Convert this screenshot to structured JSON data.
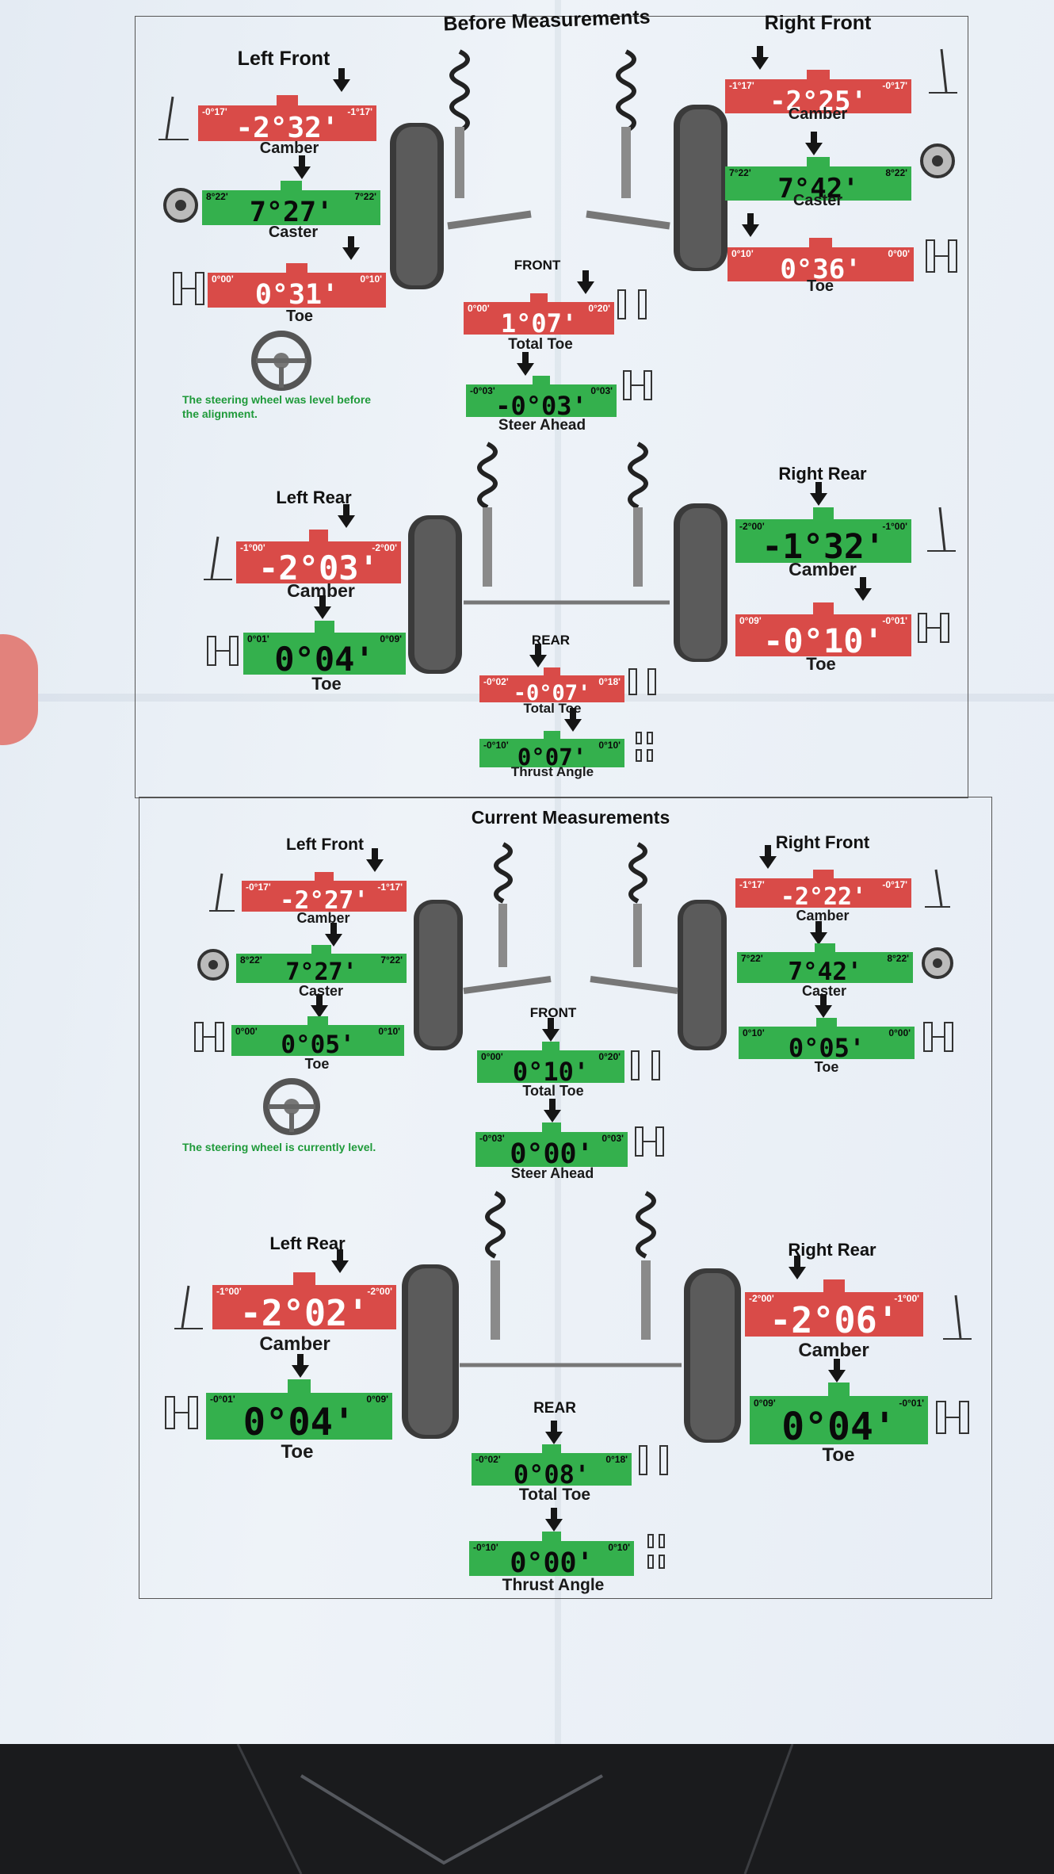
{
  "before": {
    "title": "Before Measurements",
    "left_front": {
      "label": "Left Front",
      "camber": {
        "caption": "Camber",
        "value": "-2°32",
        "min": "-0°17'",
        "max": "-1°17'",
        "status": "out"
      },
      "caster": {
        "caption": "Caster",
        "value": "7°27",
        "min": "8°22'",
        "max": "7°22'",
        "status": "in"
      },
      "toe": {
        "caption": "Toe",
        "value": "0°31",
        "min": "0°00'",
        "max": "0°10'",
        "status": "out"
      }
    },
    "right_front": {
      "label": "Right Front",
      "camber": {
        "caption": "Camber",
        "value": "-2°25",
        "min": "-1°17'",
        "max": "-0°17'",
        "status": "out"
      },
      "caster": {
        "caption": "Caster",
        "value": "7°42",
        "min": "7°22'",
        "max": "8°22'",
        "status": "in"
      },
      "toe": {
        "caption": "Toe",
        "value": "0°36",
        "min": "0°10'",
        "max": "0°00'",
        "status": "out"
      }
    },
    "front": {
      "label": "FRONT",
      "total_toe": {
        "caption": "Total Toe",
        "value": "1°07",
        "min": "0°00'",
        "max": "0°20'",
        "status": "out"
      },
      "steer_ahead": {
        "caption": "Steer Ahead",
        "value": "-0°03",
        "min": "-0°03'",
        "max": "0°03'",
        "status": "in"
      }
    },
    "steering_note": "The steering wheel was level before the alignment.",
    "left_rear": {
      "label": "Left Rear",
      "camber": {
        "caption": "Camber",
        "value": "-2°03",
        "min": "-1°00'",
        "max": "-2°00'",
        "status": "out"
      },
      "toe": {
        "caption": "Toe",
        "value": "0°04",
        "min": "0°01'",
        "max": "0°09'",
        "status": "in"
      }
    },
    "right_rear": {
      "label": "Right Rear",
      "camber": {
        "caption": "Camber",
        "value": "-1°32",
        "min": "-2°00'",
        "max": "-1°00'",
        "status": "in"
      },
      "toe": {
        "caption": "Toe",
        "value": "-0°10",
        "min": "0°09'",
        "max": "-0°01'",
        "status": "out"
      }
    },
    "rear": {
      "label": "REAR",
      "total_toe": {
        "caption": "Total Toe",
        "value": "-0°07",
        "min": "-0°02'",
        "max": "0°18'",
        "status": "out"
      },
      "thrust_angle": {
        "caption": "Thrust Angle",
        "value": "0°07",
        "min": "-0°10'",
        "max": "0°10'",
        "status": "in"
      }
    }
  },
  "current": {
    "title": "Current Measurements",
    "left_front": {
      "label": "Left Front",
      "camber": {
        "caption": "Camber",
        "value": "-2°27",
        "min": "-0°17'",
        "max": "-1°17'",
        "status": "out"
      },
      "caster": {
        "caption": "Caster",
        "value": "7°27",
        "min": "8°22'",
        "max": "7°22'",
        "status": "in"
      },
      "toe": {
        "caption": "Toe",
        "value": "0°05",
        "min": "0°00'",
        "max": "0°10'",
        "status": "in"
      }
    },
    "right_front": {
      "label": "Right Front",
      "camber": {
        "caption": "Camber",
        "value": "-2°22",
        "min": "-1°17'",
        "max": "-0°17'",
        "status": "out"
      },
      "caster": {
        "caption": "Caster",
        "value": "7°42",
        "min": "7°22'",
        "max": "8°22'",
        "status": "in"
      },
      "toe": {
        "caption": "Toe",
        "value": "0°05",
        "min": "0°10'",
        "max": "0°00'",
        "status": "in"
      }
    },
    "front": {
      "label": "FRONT",
      "total_toe": {
        "caption": "Total Toe",
        "value": "0°10",
        "min": "0°00'",
        "max": "0°20'",
        "status": "in"
      },
      "steer_ahead": {
        "caption": "Steer Ahead",
        "value": "0°00",
        "min": "-0°03'",
        "max": "0°03'",
        "status": "in"
      }
    },
    "steering_note": "The steering wheel is currently level.",
    "left_rear": {
      "label": "Left Rear",
      "camber": {
        "caption": "Camber",
        "value": "-2°02",
        "min": "-1°00'",
        "max": "-2°00'",
        "status": "out"
      },
      "toe": {
        "caption": "Toe",
        "value": "0°04",
        "min": "-0°01'",
        "max": "0°09'",
        "status": "in"
      }
    },
    "right_rear": {
      "label": "Right Rear",
      "camber": {
        "caption": "Camber",
        "value": "-2°06",
        "min": "-2°00'",
        "max": "-1°00'",
        "status": "out"
      },
      "toe": {
        "caption": "Toe",
        "value": "0°04",
        "min": "0°09'",
        "max": "-0°01'",
        "status": "in"
      }
    },
    "rear": {
      "label": "REAR",
      "total_toe": {
        "caption": "Total Toe",
        "value": "0°08",
        "min": "-0°02'",
        "max": "0°18'",
        "status": "in"
      },
      "thrust_angle": {
        "caption": "Thrust Angle",
        "value": "0°00",
        "min": "-0°10'",
        "max": "0°10'",
        "status": "in"
      }
    }
  },
  "minute_mark": "'",
  "colors": {
    "out_of_spec": "#d94b48",
    "in_spec": "#34b04d",
    "note_text": "#1f9a3a"
  },
  "icons": [
    "steering-wheel-icon",
    "camber-icon",
    "caster-icon",
    "toe-icon",
    "total-toe-icon",
    "steer-ahead-icon",
    "thrust-angle-icon",
    "down-arrow-icon"
  ]
}
